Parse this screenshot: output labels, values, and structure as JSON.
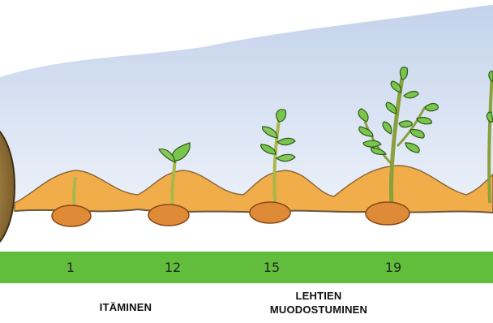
{
  "stage_numbers": [
    "1",
    "12",
    "15",
    "19"
  ],
  "stage_labels": {
    "germination": "ITÄMINEN",
    "leaf_formation_line1": "LEHTIEN",
    "leaf_formation_line2": "MUODOSTUMINEN"
  },
  "colors": {
    "band": "#62bd3d",
    "sky": "#cfdcef",
    "soil": "#f0ad4a",
    "tuber": "#de8a37",
    "leaf": "#7ac54c"
  }
}
